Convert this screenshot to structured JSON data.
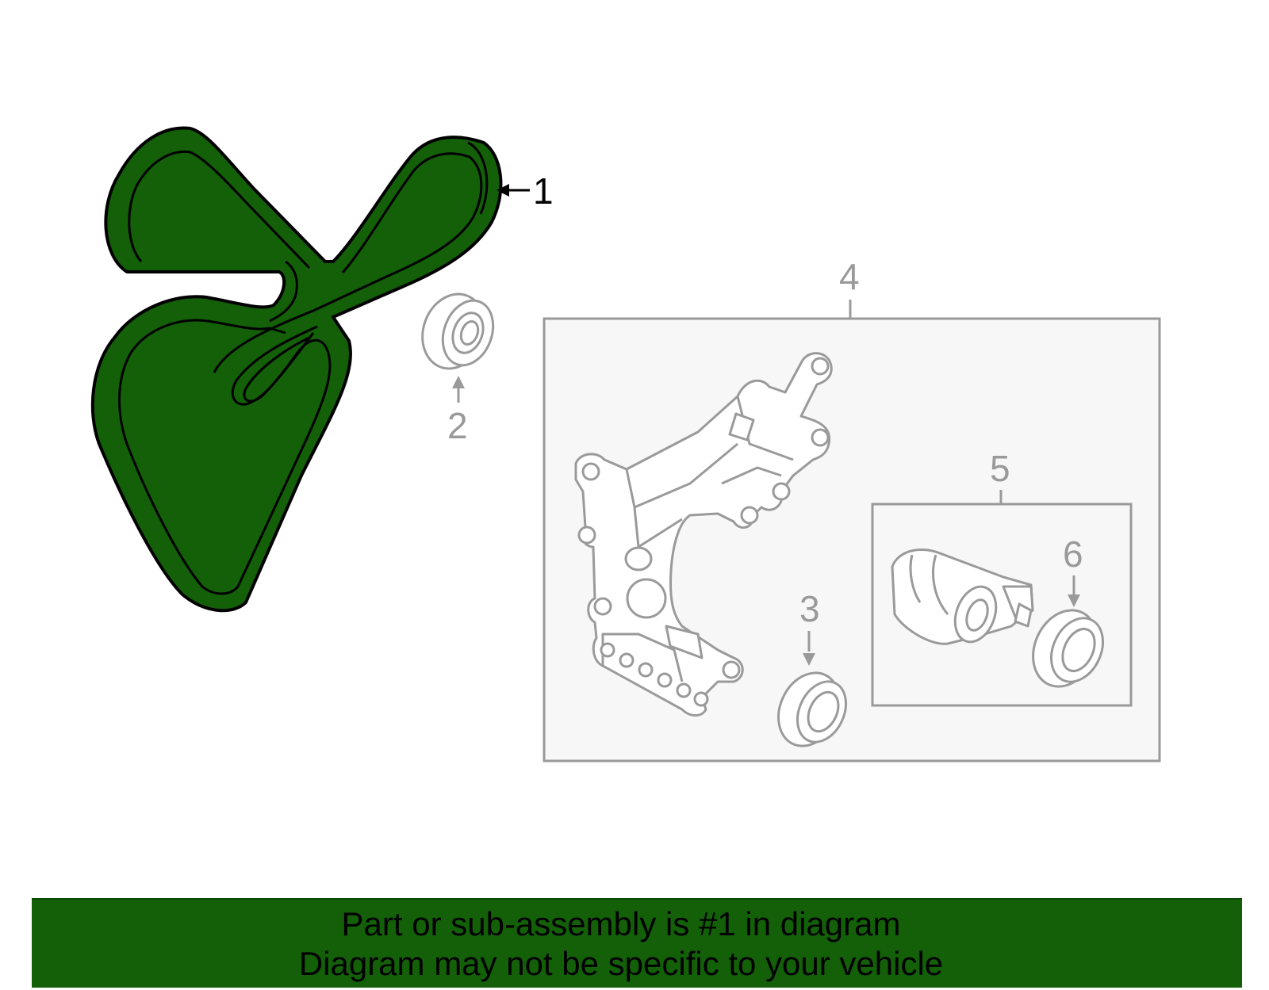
{
  "colors": {
    "highlight_fill": "#136009",
    "outline_dark": "#000000",
    "outline_gray": "#9a9a9a",
    "box_fill": "#f7f7f7",
    "banner_bg": "#136009"
  },
  "callouts": [
    {
      "id": "1",
      "label": "1",
      "part": "serpentine-belt",
      "highlighted": true
    },
    {
      "id": "2",
      "label": "2",
      "part": "idler-pulley"
    },
    {
      "id": "3",
      "label": "3",
      "part": "idler-pulley"
    },
    {
      "id": "4",
      "label": "4",
      "part": "accessory-bracket-assembly"
    },
    {
      "id": "5",
      "label": "5",
      "part": "belt-tensioner-assembly"
    },
    {
      "id": "6",
      "label": "6",
      "part": "tensioner-pulley"
    }
  ],
  "banner": {
    "line1": "Part or sub-assembly is #1 in diagram",
    "line2": "Diagram may not be specific to your vehicle"
  }
}
